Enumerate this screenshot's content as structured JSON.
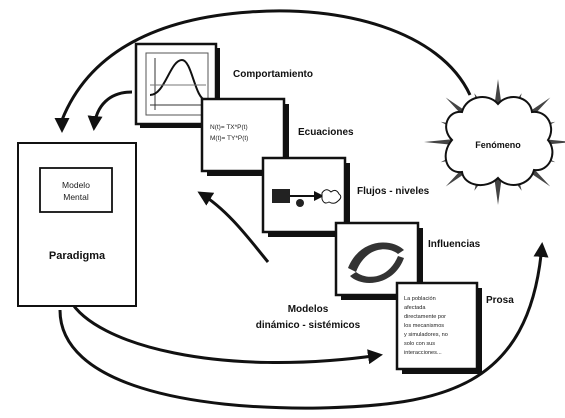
{
  "cards": {
    "comportamiento": "Comportamiento",
    "ecuaciones": "Ecuaciones",
    "ecuaciones_formula_1": "N(t)= TX*P(t)",
    "ecuaciones_formula_2": "M(t)= TY*P(t)",
    "flujos": "Flujos - niveles",
    "influencias": "Influencias",
    "prosa": "Prosa",
    "prosa_text": [
      "La población",
      "afectada",
      "directamente por",
      "los mecanismos",
      "y simuladores, no",
      "solo con sus",
      "interacciones..."
    ]
  },
  "left_box": {
    "inner": [
      "Modelo",
      "Mental"
    ],
    "title": "Paradigma"
  },
  "cloud": {
    "label": "Fenómeno"
  },
  "caption": [
    "Modelos",
    "dinámico - sistémicos"
  ]
}
